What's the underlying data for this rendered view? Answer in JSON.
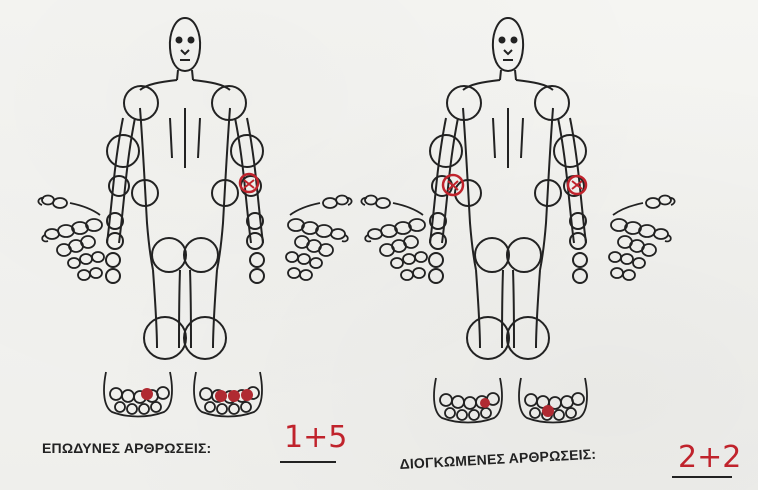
{
  "form": {
    "tender_label": "ΕΠΩΔΥΝΕΣ ΑΡΘΡΩΣΕΙΣ:",
    "tender_value": "1+5",
    "swollen_label": "ΔΙΟΓΚΩΜΕΝΕΣ ΑΡΘΡΩΣΕΙΣ:",
    "swollen_value": "2+2"
  },
  "colors": {
    "ink": "#222222",
    "mark": "#c0232c",
    "paper": "#f2f2ee"
  }
}
